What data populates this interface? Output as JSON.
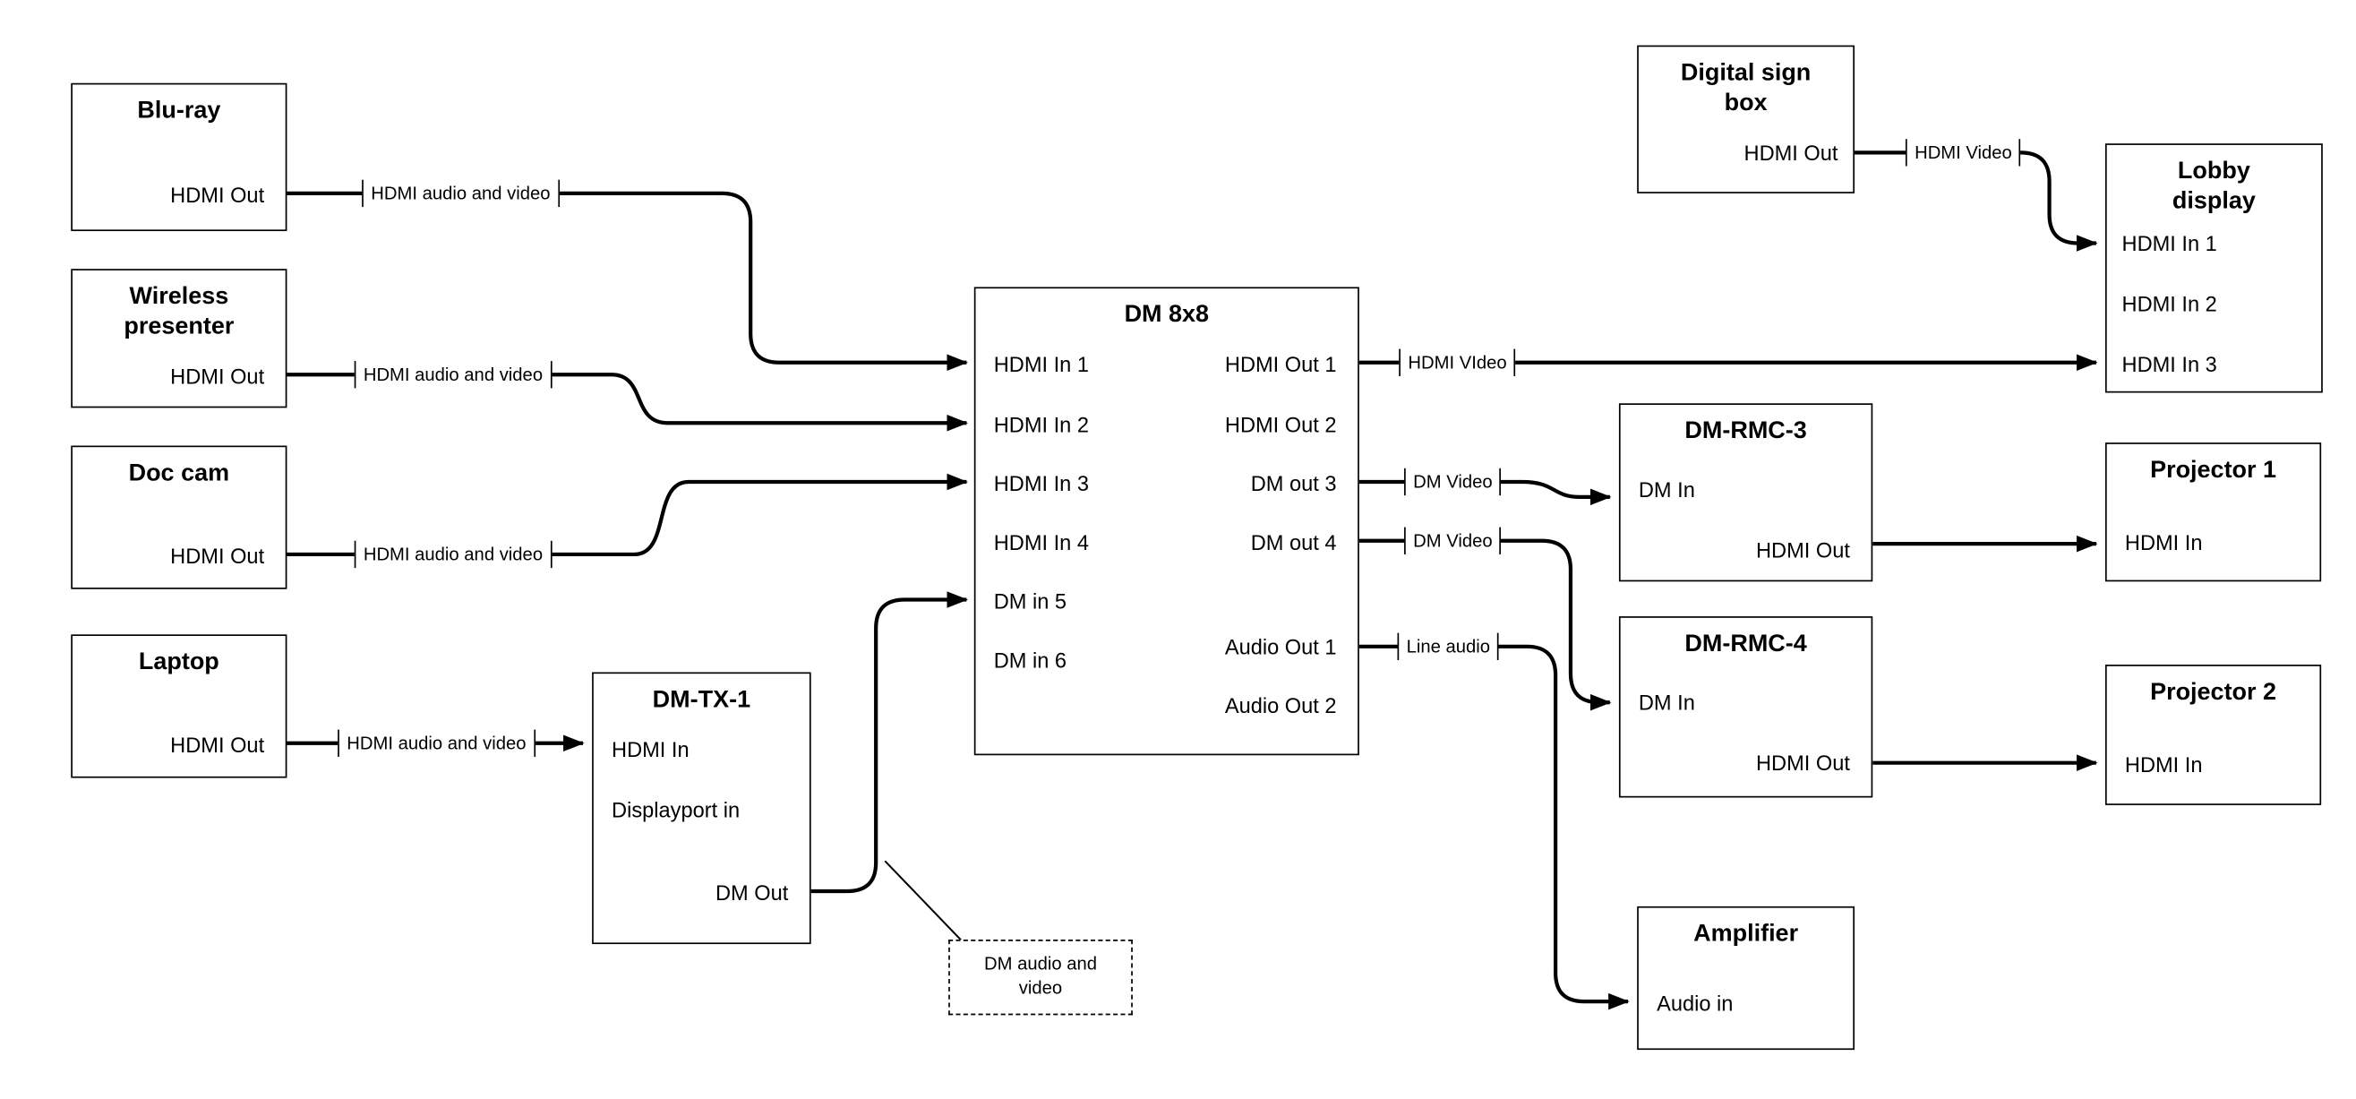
{
  "diagram": {
    "colors": {
      "line": "#000000",
      "box_border": "#000000",
      "background": "#ffffff",
      "text": "#000000"
    },
    "nodes": {
      "bluray": {
        "title": "Blu-ray",
        "hdmi_out": "HDMI Out"
      },
      "wireless_presenter": {
        "title": "Wireless presenter",
        "hdmi_out": "HDMI Out"
      },
      "doc_cam": {
        "title": "Doc cam",
        "hdmi_out": "HDMI Out"
      },
      "laptop": {
        "title": "Laptop",
        "hdmi_out": "HDMI Out"
      },
      "dm_tx_1": {
        "title": "DM-TX-1",
        "hdmi_in": "HDMI In",
        "displayport_in": "Displayport in",
        "dm_out": "DM Out"
      },
      "dm_8x8": {
        "title": "DM 8x8",
        "in1": "HDMI In 1",
        "in2": "HDMI In 2",
        "in3": "HDMI In 3",
        "in4": "HDMI In 4",
        "in5": "DM in 5",
        "in6": "DM in 6",
        "out1": "HDMI Out 1",
        "out2": "HDMI Out 2",
        "out3": "DM out 3",
        "out4": "DM out 4",
        "aout1": "Audio Out 1",
        "aout2": "Audio Out 2"
      },
      "digital_sign_box": {
        "title": "Digital sign box",
        "hdmi_out": "HDMI Out"
      },
      "lobby_display": {
        "title": "Lobby display",
        "in1": "HDMI In 1",
        "in2": "HDMI In 2",
        "in3": "HDMI In 3"
      },
      "dm_rmc_3": {
        "title": "DM-RMC-3",
        "dm_in": "DM In",
        "hdmi_out": "HDMI Out"
      },
      "projector_1": {
        "title": "Projector 1",
        "hdmi_in": "HDMI In"
      },
      "dm_rmc_4": {
        "title": "DM-RMC-4",
        "dm_in": "DM In",
        "hdmi_out": "HDMI Out"
      },
      "projector_2": {
        "title": "Projector 2",
        "hdmi_in": "HDMI In"
      },
      "amplifier": {
        "title": "Amplifier",
        "audio_in": "Audio in"
      }
    },
    "edge_labels": {
      "bluray_to_dm": "HDMI audio and video",
      "wireless_to_dm": "HDMI audio and video",
      "doccam_to_dm": "HDMI audio and video",
      "laptop_to_tx": "HDMI audio and video",
      "tx_to_dm_note": "DM audio and video",
      "out1_to_lobby": "HDMI VIdeo",
      "sign_to_lobby": "HDMI Video",
      "out3_to_rmc3": "DM Video",
      "out4_to_rmc4": "DM Video",
      "aout1_to_amp": "Line audio"
    }
  }
}
